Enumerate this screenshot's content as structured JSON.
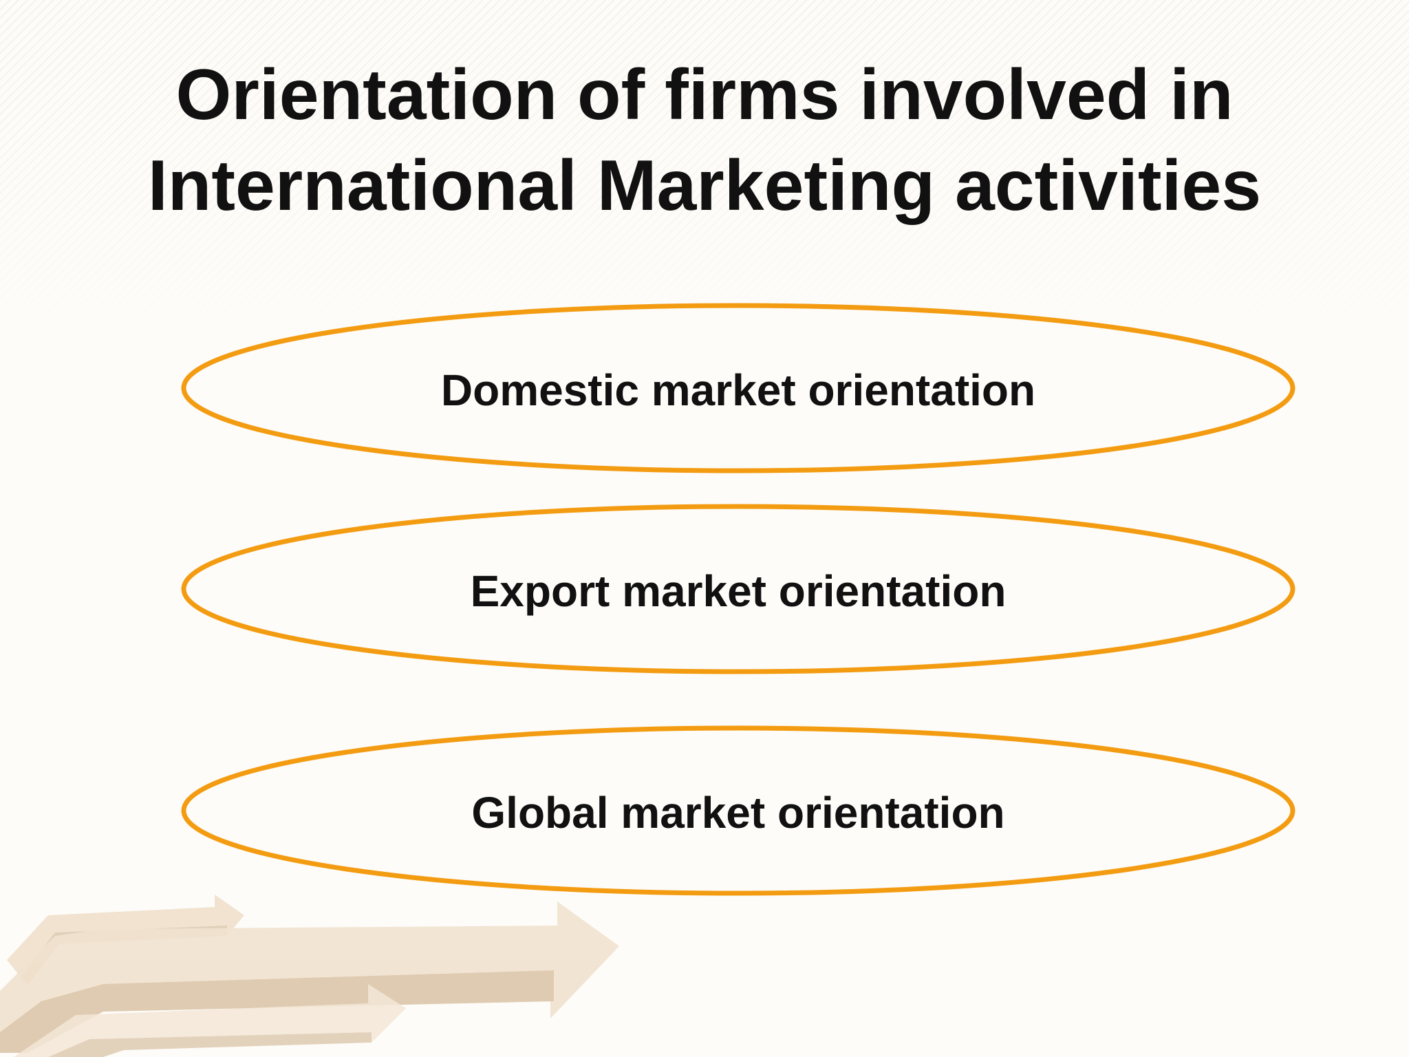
{
  "slide": {
    "title_line1": "Orientation of firms involved in",
    "title_line2": "International Marketing activities"
  },
  "orientations": [
    {
      "label": "Domestic market orientation"
    },
    {
      "label": "Export market orientation"
    },
    {
      "label": "Global market orientation"
    }
  ],
  "colors": {
    "ellipse_stroke": "#f39c12",
    "text": "#111111",
    "arrow_light": "#ecd9c1",
    "arrow_dark": "#d8c2a7"
  },
  "decoration": {
    "arrows": "arrow-icon"
  }
}
